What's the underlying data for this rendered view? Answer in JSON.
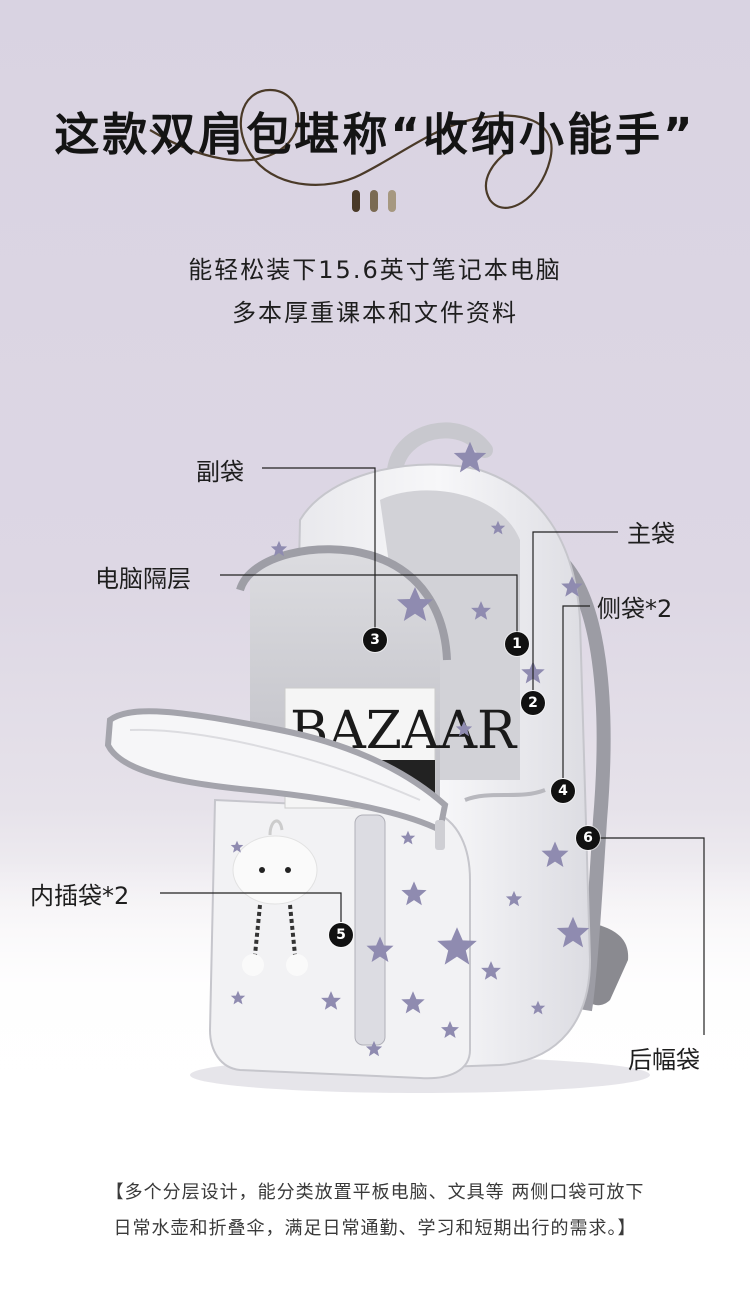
{
  "headline": "这款双肩包堪称“收纳小能手”",
  "subtitle": {
    "line1": "能轻松装下15.6英寸笔记本电脑",
    "line2": "多本厚重课本和文件资料"
  },
  "labels": {
    "side_pocket": "副袋",
    "laptop_compartment": "电脑隔层",
    "main_pocket": "主袋",
    "side_pockets_x2": "侧袋*2",
    "inner_pockets_x2": "内插袋*2",
    "back_pocket": "后幅袋"
  },
  "markers": [
    "1",
    "2",
    "3",
    "4",
    "5",
    "6"
  ],
  "magazine_text": "BAZAAR",
  "caption": {
    "line1": "【多个分层设计，能分类放置平板电脑、文具等 两侧口袋可放下",
    "line2": "日常水壶和折叠伞，满足日常通勤、学习和短期出行的需求。】"
  },
  "colors": {
    "background_top": "#d9d3e2",
    "accent_brown": "#4a3a28",
    "bag_white": "#f4f4f6",
    "star_lavender": "#8f8bb0",
    "marker_black": "#111111"
  }
}
